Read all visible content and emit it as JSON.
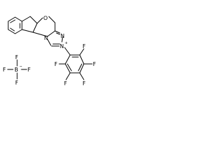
{
  "structure": {
    "atoms": {
      "ring_oxygen": "O",
      "triazole_n_top": "N",
      "triazole_n_bridge": "N",
      "triazole_n_plus": "N",
      "plus_charge": "+",
      "f_ortho_top": "F",
      "f_meta_right": "F",
      "f_para": "F",
      "f_meta_bottom": "F",
      "f_ortho_bottom": "F"
    },
    "counterion": {
      "boron": "B",
      "charge": "−",
      "f_top": "F",
      "f_left": "F",
      "f_right": "F",
      "f_bottom": "F"
    }
  }
}
